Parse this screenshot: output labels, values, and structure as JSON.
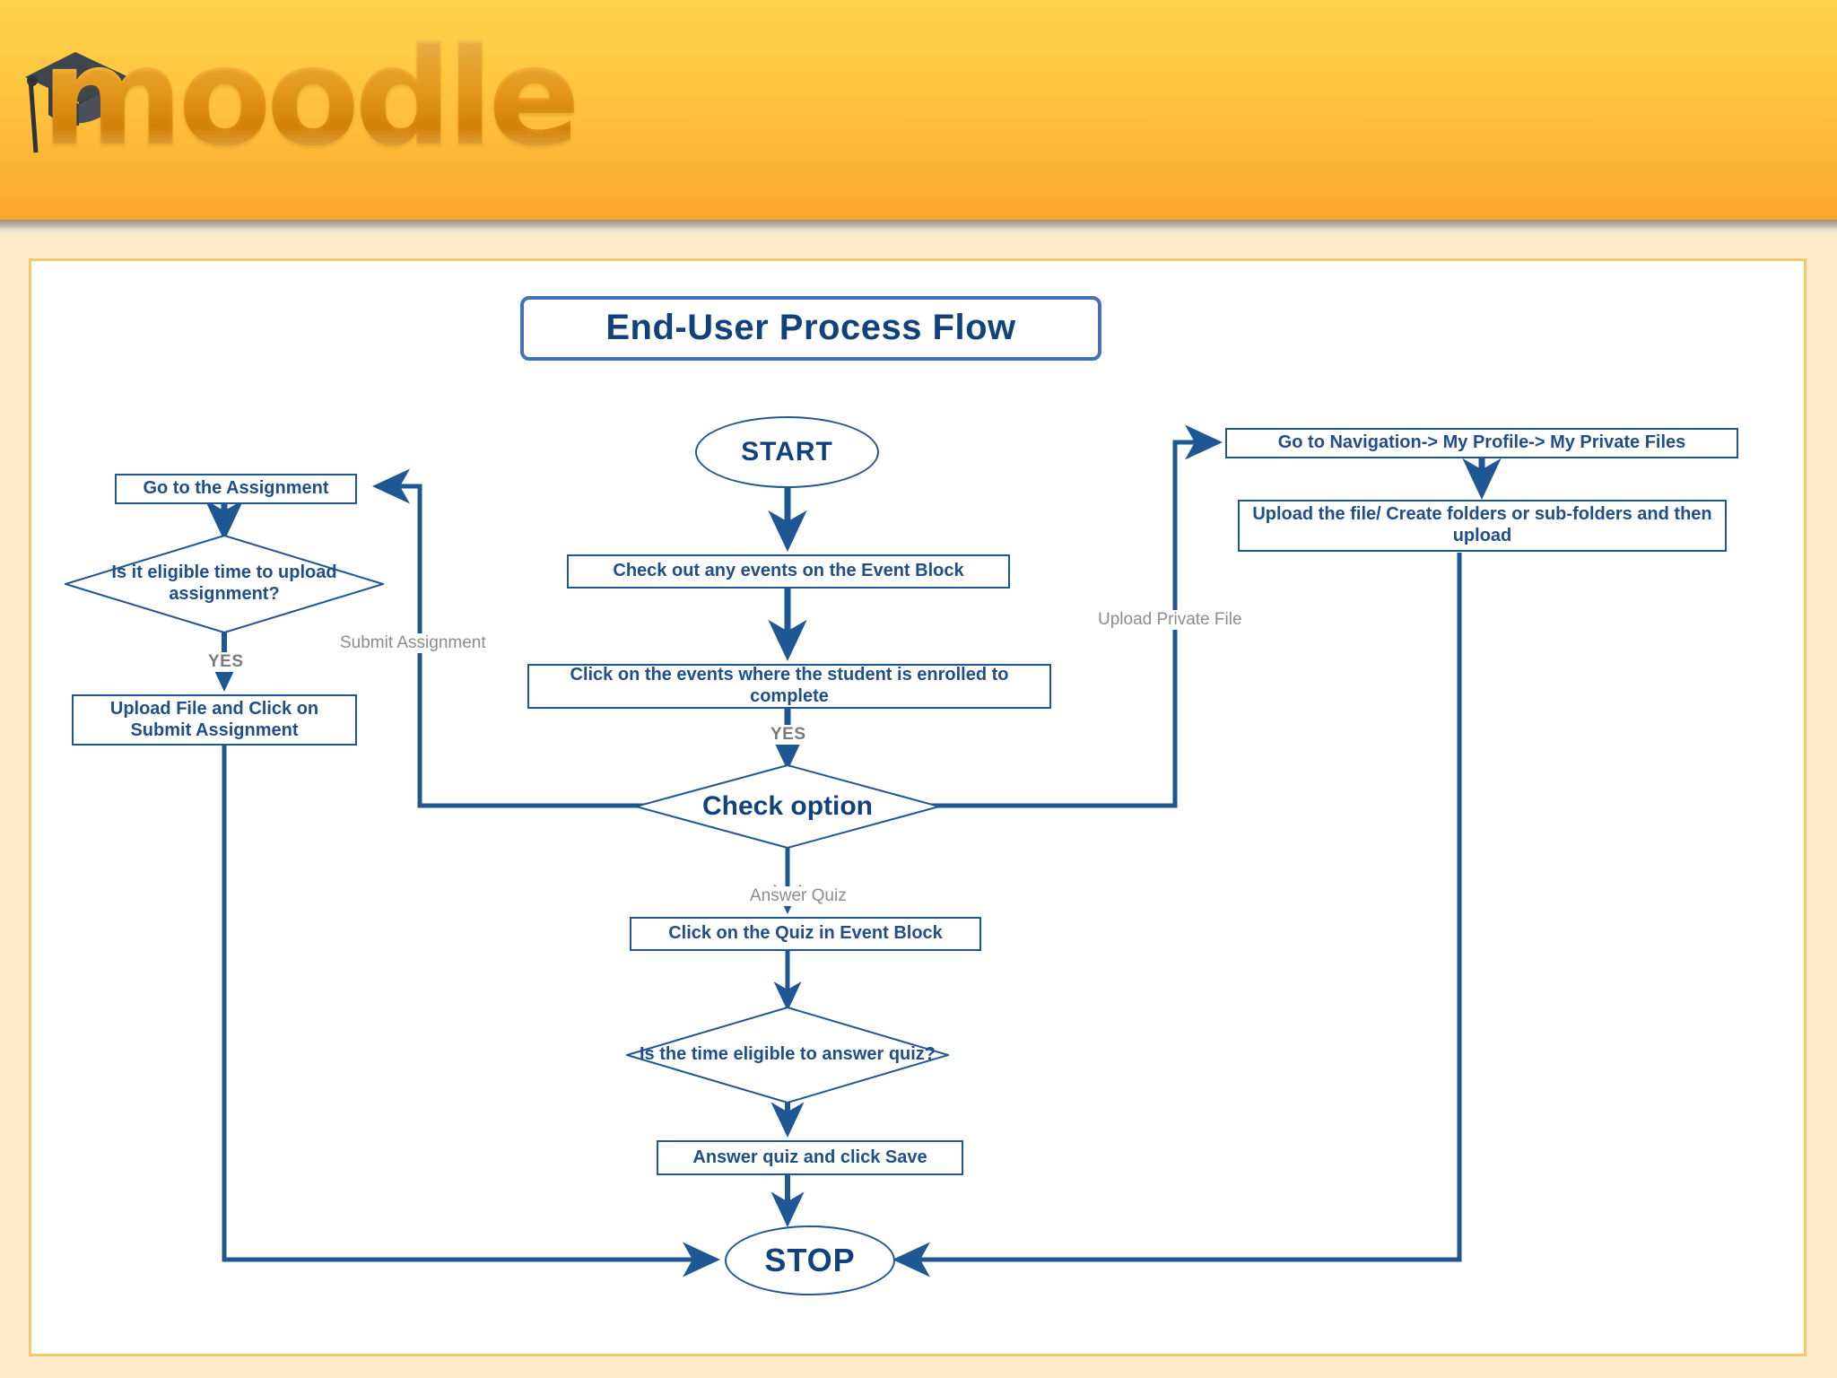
{
  "header": {
    "logo_text": "moodle",
    "logo_icon": "graduation-cap-icon",
    "brand_color": "#F5A623",
    "band_color_top": "#FFD24F",
    "band_color_bottom": "#FCA82C"
  },
  "slide": {
    "title": "End-User  Process Flow",
    "panel_bg": "#FFFFFF",
    "panel_border": "#F3C96A",
    "page_bg": "#FCEACB"
  },
  "flow": {
    "accent_color": "#1F5694",
    "text_color": "#12427E",
    "label_color": "#8C8C8C",
    "nodes": {
      "start": "START",
      "check_events": "Check out any events on the Event Block",
      "click_events": "Click on the events where the student is enrolled to complete",
      "check_option": "Check option",
      "click_quiz": "Click on the Quiz in Event Block",
      "time_eligible_quiz": "Is the time eligible to answer quiz?",
      "answer_quiz": "Answer quiz and click Save",
      "stop": "STOP",
      "go_assignment": "Go to the Assignment",
      "eligible_upload": "Is it eligible time to upload assignment?",
      "upload_submit": "Upload File and Click on Submit Assignment",
      "go_navigation": "Go to Navigation-> My Profile-> My Private Files",
      "upload_private": "Upload the file/ Create folders or sub-folders and then upload"
    },
    "edge_labels": {
      "yes_center": "YES",
      "yes_left": "YES",
      "submit_assignment": "Submit Assignment",
      "upload_private_file": "Upload Private File",
      "answer_quiz": "Answer Quiz"
    }
  }
}
